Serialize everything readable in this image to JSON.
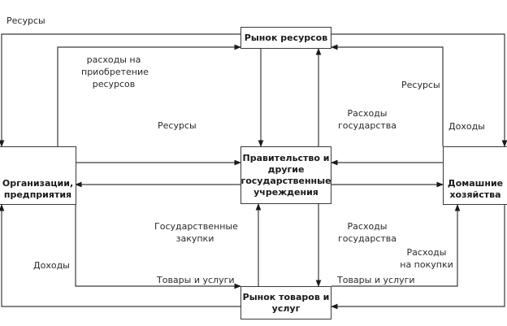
{
  "diagram": {
    "title": "",
    "colors": {
      "line": "#3a3a3a",
      "text": "#2a2a2a",
      "box_border": "#3a3a3a",
      "background": "#ffffff"
    },
    "nodes": {
      "resource_market": {
        "lines": [
          "Рынок ресурсов"
        ]
      },
      "government": {
        "lines": [
          "Правительство и",
          "другие",
          "государственные",
          "учреждения"
        ]
      },
      "firms": {
        "lines": [
          "Организации,",
          "предприятия"
        ]
      },
      "households": {
        "lines": [
          "Домашние",
          "хозяйства"
        ]
      },
      "goods_market": {
        "lines": [
          "Рынок товаров и",
          "услуг"
        ]
      }
    },
    "labels": {
      "resources_outer": {
        "lines": [
          "Ресурсы"
        ]
      },
      "firms_spending": {
        "lines": [
          "расходы на",
          "приобретение",
          "ресурсов"
        ]
      },
      "resources_inner": {
        "lines": [
          "Ресурсы"
        ]
      },
      "gov_spending_top": {
        "lines": [
          "Расходы",
          "государства"
        ]
      },
      "households_resources": {
        "lines": [
          "Ресурсы"
        ]
      },
      "households_income": {
        "lines": [
          "Доходы"
        ]
      },
      "gov_purchases": {
        "lines": [
          "Государственные",
          "закупки"
        ]
      },
      "firms_income": {
        "lines": [
          "Доходы"
        ]
      },
      "goods_left": {
        "lines": [
          "Товары и услуги"
        ]
      },
      "gov_spending_bottom": {
        "lines": [
          "Расходы",
          "государства"
        ]
      },
      "purchase_spending": {
        "lines": [
          "Расходы",
          "на покупки"
        ]
      },
      "goods_right": {
        "lines": [
          "Товары и услуги"
        ]
      }
    },
    "flows": [
      {
        "from": "resource_market",
        "to": "firms",
        "label": "resources_outer"
      },
      {
        "from": "firms",
        "to": "resource_market",
        "label": "firms_spending"
      },
      {
        "from": "resource_market",
        "to": "government",
        "label": "resources_inner"
      },
      {
        "from": "government",
        "to": "resource_market",
        "label": "gov_spending_top"
      },
      {
        "from": "households",
        "to": "resource_market",
        "label": "households_resources"
      },
      {
        "from": "resource_market",
        "to": "households",
        "label": "households_income"
      },
      {
        "from": "firms",
        "to": "government",
        "label": ""
      },
      {
        "from": "government",
        "to": "firms",
        "label": ""
      },
      {
        "from": "households",
        "to": "government",
        "label": ""
      },
      {
        "from": "government",
        "to": "households",
        "label": ""
      },
      {
        "from": "goods_market",
        "to": "government",
        "label": "gov_purchases"
      },
      {
        "from": "government",
        "to": "goods_market",
        "label": "gov_spending_bottom"
      },
      {
        "from": "firms",
        "to": "goods_market",
        "label": "goods_left"
      },
      {
        "from": "goods_market",
        "to": "firms",
        "label": "firms_income"
      },
      {
        "from": "goods_market",
        "to": "households",
        "label": "goods_right"
      },
      {
        "from": "households",
        "to": "goods_market",
        "label": "purchase_spending"
      }
    ]
  }
}
